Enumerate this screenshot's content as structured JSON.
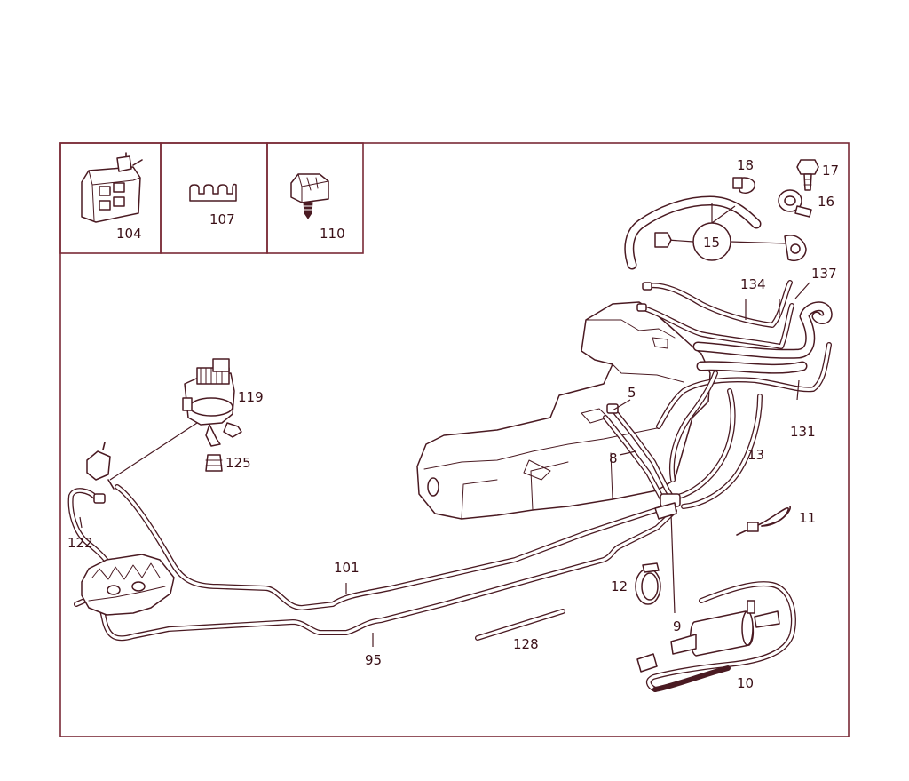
{
  "inset_boxes": [
    {
      "part": "104",
      "label": "104"
    },
    {
      "part": "107",
      "label": "107"
    },
    {
      "part": "110",
      "label": "110"
    }
  ],
  "callouts": {
    "c5": "5",
    "c8": "8",
    "c9": "9",
    "c10": "10",
    "c11": "11",
    "c12": "12",
    "c13": "13",
    "c15": "15",
    "c16": "16",
    "c17": "17",
    "c18": "18",
    "c95": "95",
    "c101": "101",
    "c119": "119",
    "c122": "122",
    "c125": "125",
    "c128": "128",
    "c131": "131",
    "c134": "134",
    "c137": "137"
  },
  "colors": {
    "line": "#4a1a22",
    "frame": "#7a2a36",
    "background": "#ffffff"
  }
}
